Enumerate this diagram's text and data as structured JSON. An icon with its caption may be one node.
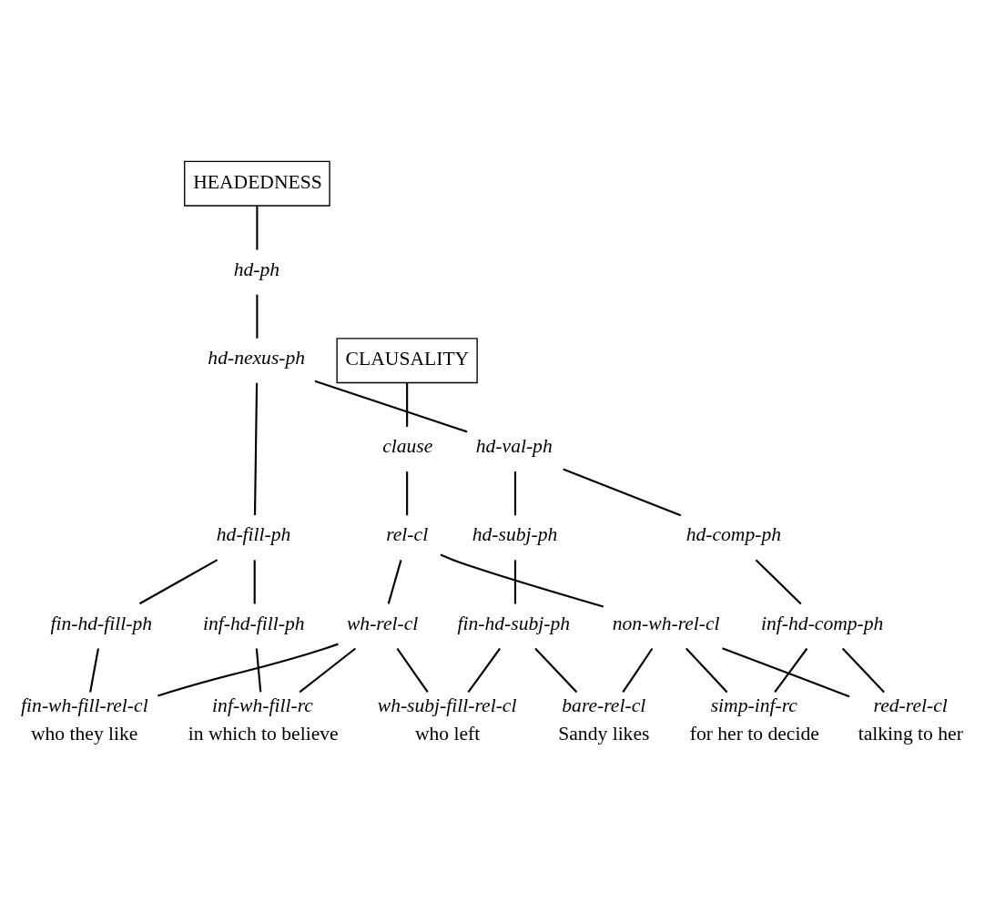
{
  "diagram": {
    "nodes": [
      {
        "text": [
          "CLAUSALITY"
        ]
      },
      {
        "text": [
          "HEADEDNESS"
        ]
      },
      {
        "text": [
          "clause"
        ]
      },
      {
        "text": [
          "hd-ph"
        ]
      },
      {
        "text": [
          "rel-cl"
        ]
      },
      {
        "text": [
          "hd-nexus-ph"
        ]
      },
      {
        "text": [
          "wh-rel-cl"
        ]
      },
      {
        "text": [
          "non-wh-rel-cl"
        ]
      },
      {
        "text": [
          "hd-fill-ph"
        ]
      },
      {
        "text": [
          "hd-val-ph"
        ]
      },
      {
        "text": [
          "fin-hd-fill-ph"
        ]
      },
      {
        "text": [
          "inf-hd-fill-ph"
        ]
      },
      {
        "text": [
          "hd-subj-ph"
        ]
      },
      {
        "text": [
          "hd-comp-ph"
        ]
      },
      {
        "text": [
          "fin-hd-subj-ph"
        ]
      },
      {
        "text": [
          "inf-hd-comp-ph"
        ]
      },
      {
        "text": [
          "wh-subj-fill-rel-cl"
        ],
        "beside": [
          "who left"
        ]
      },
      {
        "text": [
          "fin-wh-fill-rel-cl"
        ],
        "beside": [
          "who they like"
        ]
      },
      {
        "text": [
          "bare-rel-cl"
        ],
        "beside": [
          "Sandy likes"
        ]
      },
      {
        "text": [
          "red-rel-cl"
        ],
        "beside": [
          "talking to her"
        ]
      },
      {
        "text": [
          "inf-wh-fill-rc"
        ],
        "beside": [
          "in which to believe"
        ]
      },
      {
        "text": [
          "simp-inf-rc"
        ],
        "beside": [
          "for her to decide"
        ]
      }
    ],
    "edges": [
      {
        "from": 0,
        "to": 2,
        "arrow": "none"
      },
      {
        "from": 2,
        "to": 4,
        "arrow": "none"
      },
      {
        "from": 4,
        "to": 6,
        "arrow": "none"
      },
      {
        "from": 4,
        "to": 7,
        "arrow": "none"
      },
      {
        "from": 1,
        "to": 3,
        "arrow": "none"
      },
      {
        "from": 3,
        "to": 5,
        "arrow": "none"
      },
      {
        "from": 5,
        "to": 8,
        "arrow": "none"
      },
      {
        "from": 5,
        "to": 9,
        "arrow": "none"
      },
      {
        "from": 8,
        "to": 10,
        "arrow": "none"
      },
      {
        "from": 8,
        "to": 11,
        "arrow": "none"
      },
      {
        "from": 9,
        "to": 12,
        "arrow": "none"
      },
      {
        "from": 9,
        "to": 13,
        "arrow": "none"
      },
      {
        "from": 12,
        "to": 14,
        "arrow": "none"
      },
      {
        "from": 13,
        "to": 15,
        "arrow": "none"
      },
      {
        "from": 6,
        "to": 16,
        "arrow": "none"
      },
      {
        "from": 6,
        "to": 17,
        "arrow": "none"
      },
      {
        "from": 6,
        "to": 20,
        "arrow": "none"
      },
      {
        "from": 7,
        "to": 18,
        "arrow": "none"
      },
      {
        "from": 7,
        "to": 21,
        "arrow": "none"
      },
      {
        "from": 7,
        "to": 19,
        "arrow": "none"
      },
      {
        "from": 10,
        "to": 17,
        "arrow": "none"
      },
      {
        "from": 11,
        "to": 20,
        "arrow": "none"
      },
      {
        "from": 14,
        "to": 16,
        "arrow": "none"
      },
      {
        "from": 14,
        "to": 18,
        "arrow": "none"
      },
      {
        "from": 15,
        "to": 21,
        "arrow": "none"
      },
      {
        "from": 15,
        "to": 19,
        "arrow": "none"
      }
    ]
  }
}
